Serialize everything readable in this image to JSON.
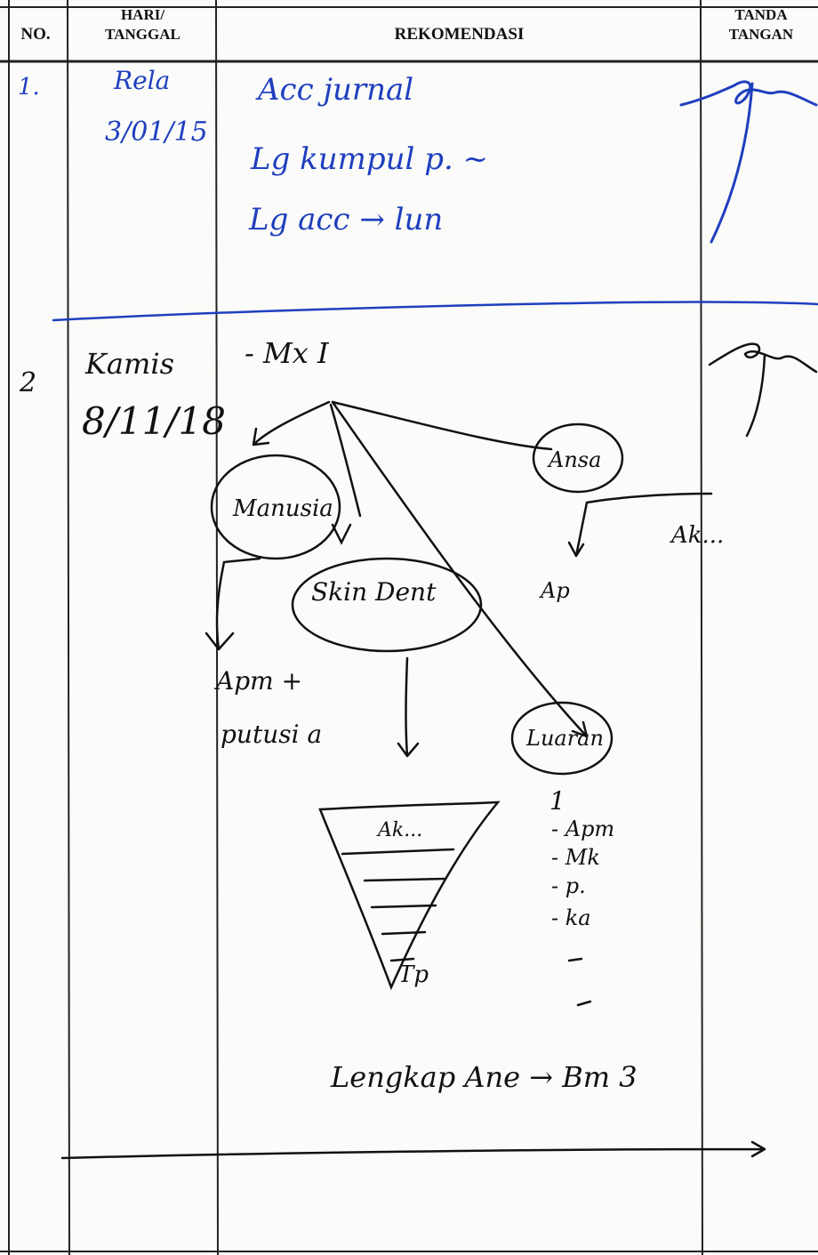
{
  "table": {
    "headers": {
      "no": "NO.",
      "hari_line1": "HARI/",
      "hari_line2": "TANGGAL",
      "rekomendasi": "REKOMENDASI",
      "tanda_line1": "TANDA",
      "tanda_line2": "TANGAN"
    }
  },
  "entries": [
    {
      "no": "1.",
      "date_line1": "Rela",
      "date_line2": "3/01/15",
      "recommendation_lines": [
        "Acc jurnal",
        "Lg kumpul p. ~",
        "Lg acc → lun"
      ],
      "signature": "handwritten signature"
    },
    {
      "no": "2",
      "date_line1": "Kamis",
      "date_line2": "8/11/18",
      "recommendation_lines": [
        "- Mx I",
        "Manusia",
        "Skin Dent",
        "Ansa",
        "Apm +",
        "putusi a",
        "Luaran",
        "1",
        "- Apm",
        "- Mk",
        "- p.",
        "- ka",
        "Lengkap Ane → Bm 3",
        "Tp",
        "Ap",
        "Ak..."
      ],
      "signature": "handwritten signature"
    }
  ],
  "colors": {
    "ink_blue": "#1f3fbf",
    "ink_black": "#111111",
    "table_line": "#222222"
  }
}
